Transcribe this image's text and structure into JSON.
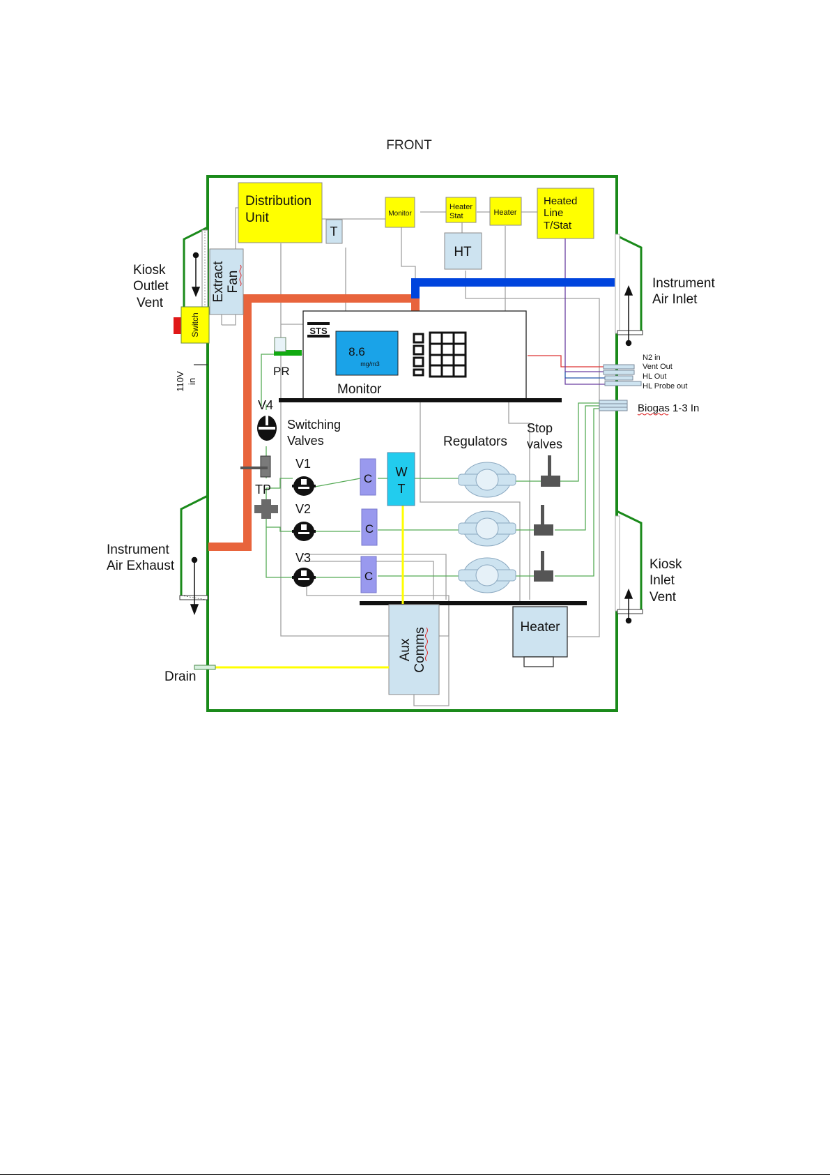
{
  "header": {
    "title": "FRONT"
  },
  "boxes": {
    "distribution_unit": [
      "Distribution",
      "Unit"
    ],
    "t": "T",
    "monitor_small": "Monitor",
    "heater_stat": [
      "Heater",
      "Stat"
    ],
    "heater_small": "Heater",
    "heated_line": [
      "Heated",
      "Line",
      "T/Stat"
    ],
    "ht": "HT",
    "extract_fan": [
      "Extract",
      "Fan"
    ],
    "switch": "Switch",
    "wt": [
      "W",
      "T"
    ],
    "aux_comms": [
      "Aux",
      "Comms"
    ],
    "heater_big": "Heater",
    "c_label": "C"
  },
  "monitor_panel": {
    "logo": "STS",
    "reading": "8.6",
    "unit": "mg/m3",
    "label": "Monitor"
  },
  "labels": {
    "kiosk_outlet_vent": [
      "Kiosk",
      "Outlet",
      "Vent"
    ],
    "instrument_air_inlet": [
      "Instrument",
      "Air Inlet"
    ],
    "power_in": [
      "110V",
      "in"
    ],
    "pr": "PR",
    "v4": "V4",
    "switching_valves": [
      "Switching",
      "Valves"
    ],
    "v1": "V1",
    "v2": "V2",
    "v3": "V3",
    "tp": "TP",
    "regulators": "Regulators",
    "stop_valves": [
      "Stop",
      "valves"
    ],
    "instrument_air_exhaust": [
      "Instrument",
      "Air Exhaust"
    ],
    "kiosk_inlet_vent": [
      "Kiosk",
      "Inlet",
      "Vent"
    ],
    "drain": "Drain",
    "biogas_in": "Biogas 1-3 In"
  },
  "ports": [
    "N2 in",
    "Vent Out",
    "HL Out",
    "HL Probe out"
  ],
  "colors": {
    "enclosure": "#1a8a1a",
    "yellow_box": "#ffff00",
    "light_box": "#cde3f0",
    "air_pipe_red": "#e8643c",
    "air_pipe_blue": "#0044dd",
    "display": "#1aa3e8",
    "wt": "#22ccee",
    "condenser": "#9999ee",
    "drain_line": "#ffff00"
  }
}
